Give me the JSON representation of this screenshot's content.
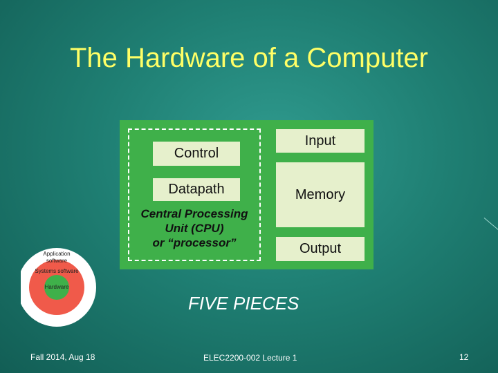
{
  "slide": {
    "title": "The Hardware of a Computer",
    "subtitle": "FIVE PIECES"
  },
  "diagram": {
    "control_label": "Control",
    "datapath_label": "Datapath",
    "cpu_caption_line1": "Central Processing",
    "cpu_caption_line2": "Unit (CPU)",
    "cpu_caption_line3": "or “processor”",
    "input_label": "Input",
    "memory_label": "Memory",
    "output_label": "Output"
  },
  "layers": {
    "application": "Application software",
    "systems": "Systems software",
    "hardware": "Hardware"
  },
  "footer": {
    "date": "Fall 2014, Aug 18",
    "course": "ELEC2200-002 Lecture 1",
    "page": "12"
  },
  "colors": {
    "background": "#1f7f73",
    "title": "#ffff66",
    "diagram_bg": "#3fb04a",
    "box_bg": "#e6f0cc",
    "hardware_ring": "#3fb04a",
    "systems_ring": "#f05a4a",
    "application_ring": "#ffffff"
  }
}
